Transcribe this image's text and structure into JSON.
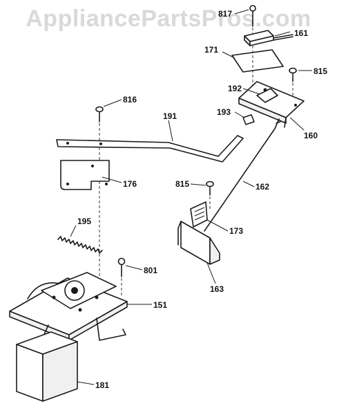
{
  "watermark": "AppliancePartsPros.com",
  "labels": {
    "p817": "817",
    "p161": "161",
    "p171": "171",
    "p815a": "815",
    "p192": "192",
    "p193": "193",
    "p160": "160",
    "p816": "816",
    "p191": "191",
    "p176": "176",
    "p815b": "815",
    "p162": "162",
    "p195": "195",
    "p173": "173",
    "p801": "801",
    "p163": "163",
    "p151": "151",
    "p181": "181"
  }
}
